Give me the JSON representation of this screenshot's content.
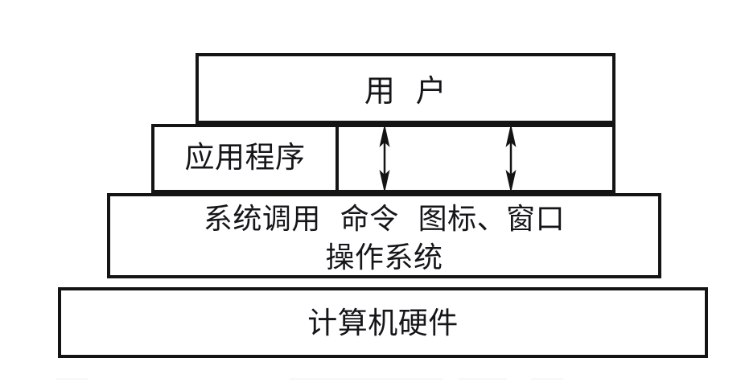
{
  "figure": {
    "kind": "layered-architecture-diagram",
    "background_color": "#ffffff",
    "stroke_color": "#141414",
    "text_color": "#16161a"
  },
  "layers": {
    "user": {
      "label": "用  户"
    },
    "application": {
      "label": "应用程序"
    },
    "operating_system": {
      "interfaces_label": "系统调用  命令  图标、窗口",
      "name_label": "操作系统"
    },
    "hardware": {
      "label": "计算机硬件"
    }
  },
  "arrows": [
    {
      "name": "arrow-user-app-left",
      "style": "double-headed-vertical",
      "color": "#141414"
    },
    {
      "name": "arrow-user-app-right",
      "style": "double-headed-vertical",
      "color": "#141414"
    }
  ]
}
